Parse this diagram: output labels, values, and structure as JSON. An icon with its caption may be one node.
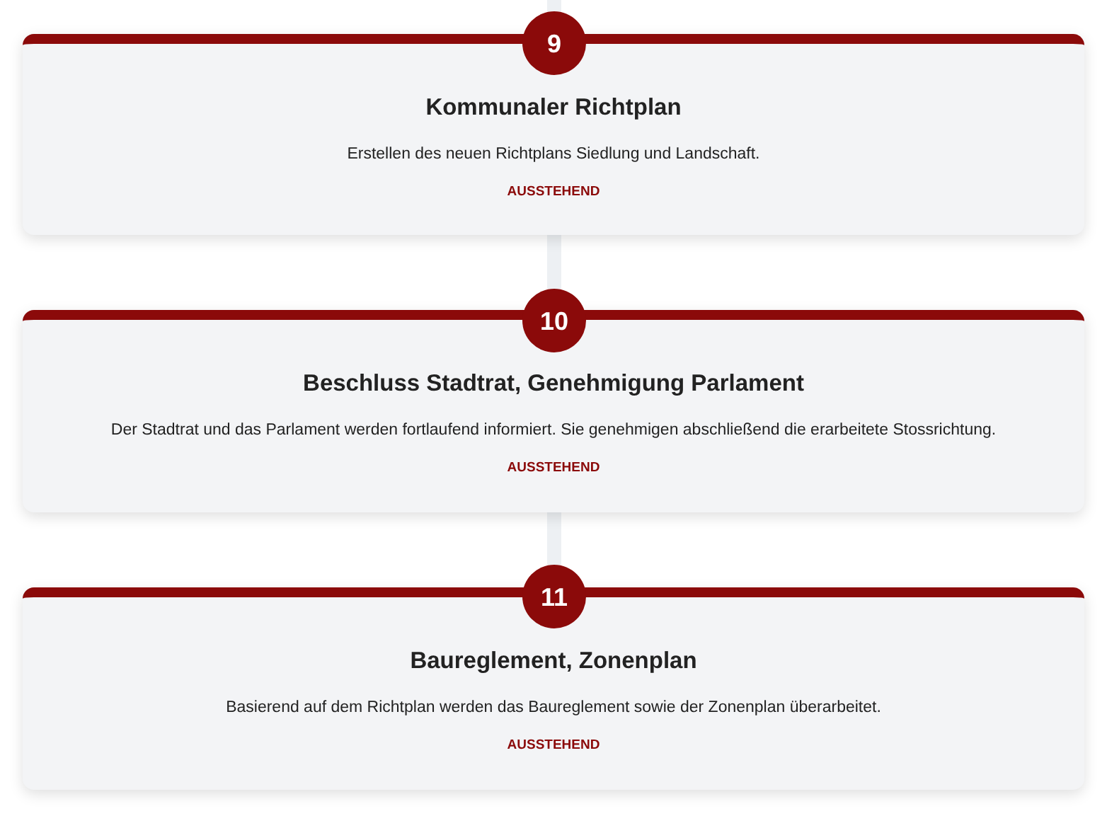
{
  "diagram": {
    "nodes": [
      {
        "text": [
          "9"
        ]
      },
      {
        "text": [
          "Kommunaler Richtplan",
          "Erstellen des neuen Richtplans Siedlung und Landschaft.",
          "AUSSTEHEND"
        ]
      },
      {
        "text": [
          "10"
        ]
      },
      {
        "text": [
          "Beschluss Stadtrat, Genehmigung Parlament",
          "Der Stadtrat und das Parlament werden fortlaufend informiert. Sie genehmigen abschließend die erarbeitete Stossrichtung.",
          "AUSSTEHEND"
        ]
      },
      {
        "text": [
          "11"
        ]
      },
      {
        "text": [
          "Baureglement, Zonenplan",
          "Basierend auf dem Richtplan werden das Baureglement sowie der Zonenplan überarbeitet.",
          "AUSSTEHEND"
        ]
      }
    ],
    "edges": [
      {
        "from": null,
        "to": 0,
        "arrow": "none"
      },
      {
        "from": 1,
        "to": 2,
        "arrow": "none"
      },
      {
        "from": 3,
        "to": 4,
        "arrow": "none"
      }
    ]
  }
}
